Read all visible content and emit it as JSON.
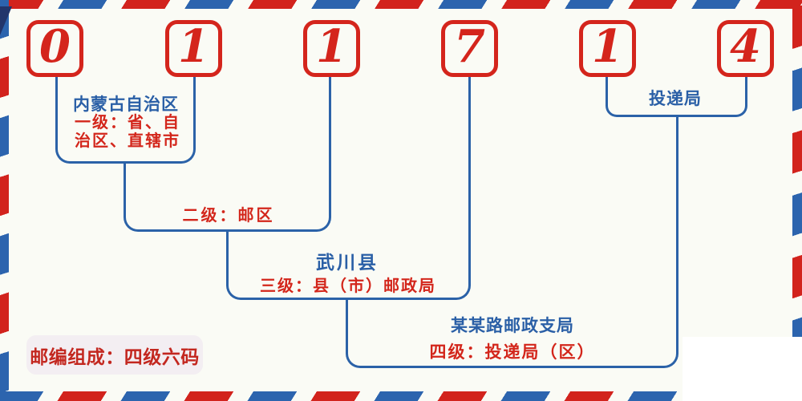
{
  "postal_code": {
    "digits": [
      "0",
      "1",
      "1",
      "7",
      "1",
      "4"
    ]
  },
  "levels": [
    {
      "place": "内蒙古自治区",
      "label": "一级：省、自治区、直辖市"
    },
    {
      "place": "",
      "label": "二级：邮区"
    },
    {
      "place": "武川县",
      "label": "三级：县（市）邮政局"
    },
    {
      "place": "某某路邮政支局",
      "label": "四级：投递局（区）"
    }
  ],
  "delivery_bureau_label": "投递局",
  "footer_note": "邮编组成：四级六码",
  "colors": {
    "digit_red": "#d4251c",
    "label_red": "#d3261b",
    "line_blue": "#2b62a8",
    "text_blue": "#2a5fa6",
    "stripe_red": "#d2231d",
    "stripe_blue": "#2c64ae",
    "background": "#fafbf5",
    "footer_badge_bg": "#f3eef2",
    "corner_mask": "#ffffff"
  }
}
